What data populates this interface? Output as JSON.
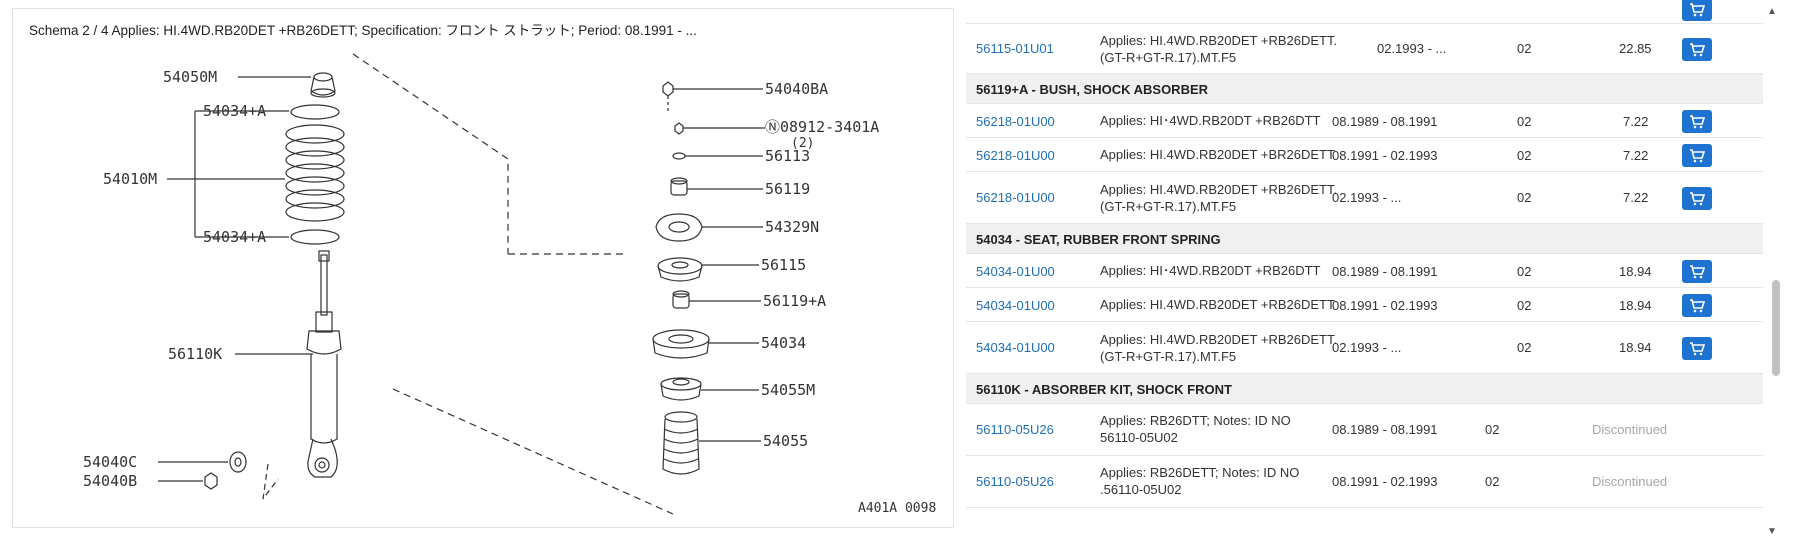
{
  "diagram": {
    "title": "Schema 2 / 4 Applies: HI.4WD.RB20DET +RB26DETT; Specification: フロント ストラット; Period: 08.1991 - ...",
    "labels": {
      "l54050M": "54050M",
      "l54034A_top": "54034+A",
      "l54010M": "54010M",
      "l54034A_bot": "54034+A",
      "l56110K": "56110K",
      "l54040C": "54040C",
      "l54040B": "54040B",
      "l54040BA": "54040BA",
      "l08912": "Ⓝ08912-3401A",
      "l08912_qty": "(2)",
      "l56113": "56113",
      "l56119": "56119",
      "l54329N": "54329N",
      "l56115": "56115",
      "l56119A": "56119+A",
      "l54034": "54034",
      "l54055M": "54055M",
      "l54055": "54055",
      "code": "A401A 0098"
    }
  },
  "parts": {
    "rows": [
      {
        "type": "part",
        "pn": "",
        "applies": "",
        "period": "",
        "qty": "",
        "price": "",
        "cart": true
      },
      {
        "type": "part",
        "pn": "56115-01U01",
        "applies": "Applies: HI.4WD.RB20DET +RB26DETT.(GT-R+GT-R.17).MT.F5",
        "period": "02.1993 - ...",
        "qty": "02",
        "price": "22.85",
        "cart": true
      },
      {
        "type": "section",
        "title": "56119+A - BUSH, SHOCK ABSORBER"
      },
      {
        "type": "part",
        "pn": "56218-01U00",
        "applies": "Applies: HI･4WD.RB20DT +RB26DTT",
        "period": "08.1989 - 08.1991",
        "qty": "02",
        "price": "7.22",
        "cart": true
      },
      {
        "type": "part",
        "pn": "56218-01U00",
        "applies": "Applies: HI.4WD.RB20DET +BR26DETT",
        "period": "08.1991 - 02.1993",
        "qty": "02",
        "price": "7.22",
        "cart": true
      },
      {
        "type": "part",
        "pn": "56218-01U00",
        "applies": "Applies: HI.4WD.RB20DET +RB26DETT.(GT-R+GT-R.17).MT.F5",
        "period": "02.1993 - ...",
        "qty": "02",
        "price": "7.22",
        "cart": true
      },
      {
        "type": "section",
        "title": "54034 - SEAT, RUBBER FRONT SPRING"
      },
      {
        "type": "part",
        "pn": "54034-01U00",
        "applies": "Applies: HI･4WD.RB20DT +RB26DTT",
        "period": "08.1989 - 08.1991",
        "qty": "02",
        "price": "18.94",
        "cart": true
      },
      {
        "type": "part",
        "pn": "54034-01U00",
        "applies": "Applies: HI.4WD.RB20DET +RB26DETT",
        "period": "08.1991 - 02.1993",
        "qty": "02",
        "price": "18.94",
        "cart": true
      },
      {
        "type": "part",
        "pn": "54034-01U00",
        "applies": "Applies: HI.4WD.RB20DET +RB26DETT.(GT-R+GT-R.17).MT.F5",
        "period": "02.1993 - ...",
        "qty": "02",
        "price": "18.94",
        "cart": true
      },
      {
        "type": "section",
        "title": "56110K - ABSORBER KIT, SHOCK FRONT"
      },
      {
        "type": "part",
        "pn": "56110-05U26",
        "applies": "Applies: RB26DTT; Notes: ID NO 56110-05U02",
        "period": "08.1989 - 08.1991",
        "qty": "02",
        "price": "Discontinued",
        "cart": false
      },
      {
        "type": "part",
        "pn": "56110-05U26",
        "applies": "Applies: RB26DETT; Notes: ID NO .56110-05U02",
        "period": "08.1991 - 02.1993",
        "qty": "02",
        "price": "Discontinued",
        "cart": false
      }
    ]
  },
  "icons": {
    "cart": "cart-icon",
    "scroll_up": "arrow-up-icon",
    "scroll_down": "arrow-down-icon"
  },
  "colors": {
    "link": "#1f6fb5",
    "cart_button": "#1e73d1",
    "section_bg": "#f0f0f0",
    "discontinued": "#a7a7a7"
  }
}
